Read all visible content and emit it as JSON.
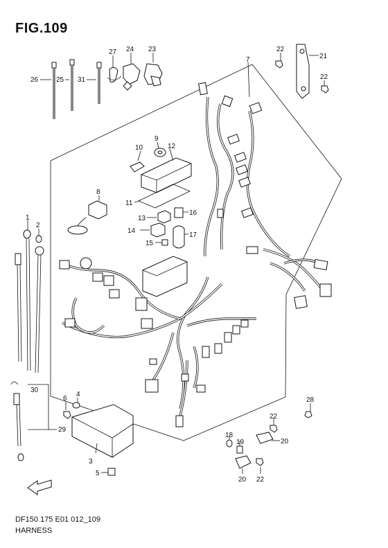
{
  "figure": {
    "title": "FIG.109",
    "code": "DF150 175 E01 012_109",
    "name": "HARNESS"
  },
  "labels": {
    "p1": "1",
    "p2": "2",
    "p3": "3",
    "p4": "4",
    "p5": "5",
    "p6": "6",
    "p7": "7",
    "p8": "8",
    "p9": "9",
    "p10": "10",
    "p11": "11",
    "p12": "12",
    "p13": "13",
    "p14": "14",
    "p15": "15",
    "p16": "16",
    "p17": "17",
    "p18": "18",
    "p19": "19",
    "p20a": "20",
    "p20b": "20",
    "p21": "21",
    "p22a": "22",
    "p22b": "22",
    "p22c": "22",
    "p22d": "22",
    "p23": "23",
    "p24": "24",
    "p25": "25",
    "p26": "26",
    "p27": "27",
    "p28": "28",
    "p29": "29",
    "p30": "30",
    "p31": "31"
  },
  "icons": {
    "forward_arrow": "FWD"
  }
}
